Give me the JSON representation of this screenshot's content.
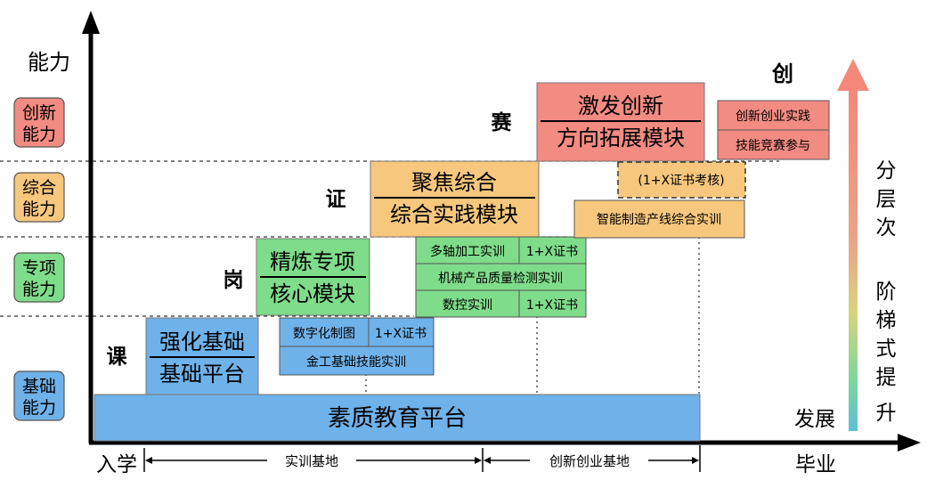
{
  "axes": {
    "y_label": "能力",
    "x_start": "入学",
    "x_end": "毕业",
    "growth": "发展",
    "innovate": "创",
    "side_arrow": [
      "分",
      "层",
      "次",
      "阶",
      "梯",
      "式",
      "提",
      "升"
    ]
  },
  "levels": [
    {
      "line1": "创新",
      "line2": "能力",
      "color": "#f28b82"
    },
    {
      "line1": "综合",
      "line2": "能力",
      "color": "#f7c77d"
    },
    {
      "line1": "专项",
      "line2": "能力",
      "color": "#7fdc8a"
    },
    {
      "line1": "基础",
      "line2": "能力",
      "color": "#6fb2ea"
    }
  ],
  "stage_labels": {
    "ke": "课",
    "gang": "岗",
    "zheng": "证",
    "sai": "赛"
  },
  "modules": {
    "basic": {
      "title": "强化基础",
      "subtitle": "基础平台",
      "color": "#6fb2ea"
    },
    "special": {
      "title": "精炼专项",
      "subtitle": "核心模块",
      "color": "#7fdc8a"
    },
    "comprehensive": {
      "title": "聚焦综合",
      "subtitle": "综合实践模块",
      "color": "#f7c77d"
    },
    "innovation": {
      "title": "激发创新",
      "subtitle": "方向拓展模块",
      "color": "#f28b82"
    }
  },
  "foundation": {
    "label": "素质教育平台",
    "color": "#6fb2ea"
  },
  "trainings": {
    "digital_drawing": "数字化制图",
    "cert1": "1+X证书",
    "metal_skill": "金工基础技能实训",
    "multi_axis": "多轴加工实训",
    "cert2": "1+X证书",
    "quality_check": "机械产品质量检测实训",
    "cnc": "数控实训",
    "cert3": "1+X证书",
    "cert_exam": "(1+X证书考核)",
    "smart_line": "智能制造产线综合实训",
    "innov_practice": "创新创业实践",
    "skill_contest": "技能竞赛参与"
  },
  "bases": {
    "training": "实训基地",
    "innovation": "创新创业基地"
  }
}
